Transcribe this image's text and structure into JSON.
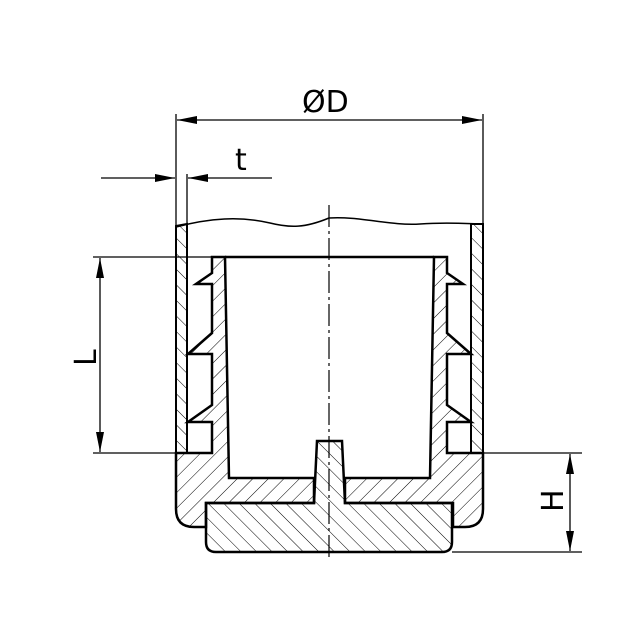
{
  "drawing": {
    "dimensions": {
      "diameter": "ØD",
      "wall_thickness": "t",
      "insert_length": "L",
      "height": "H"
    },
    "colors": {
      "line": "#000000",
      "background": "#ffffff"
    }
  }
}
